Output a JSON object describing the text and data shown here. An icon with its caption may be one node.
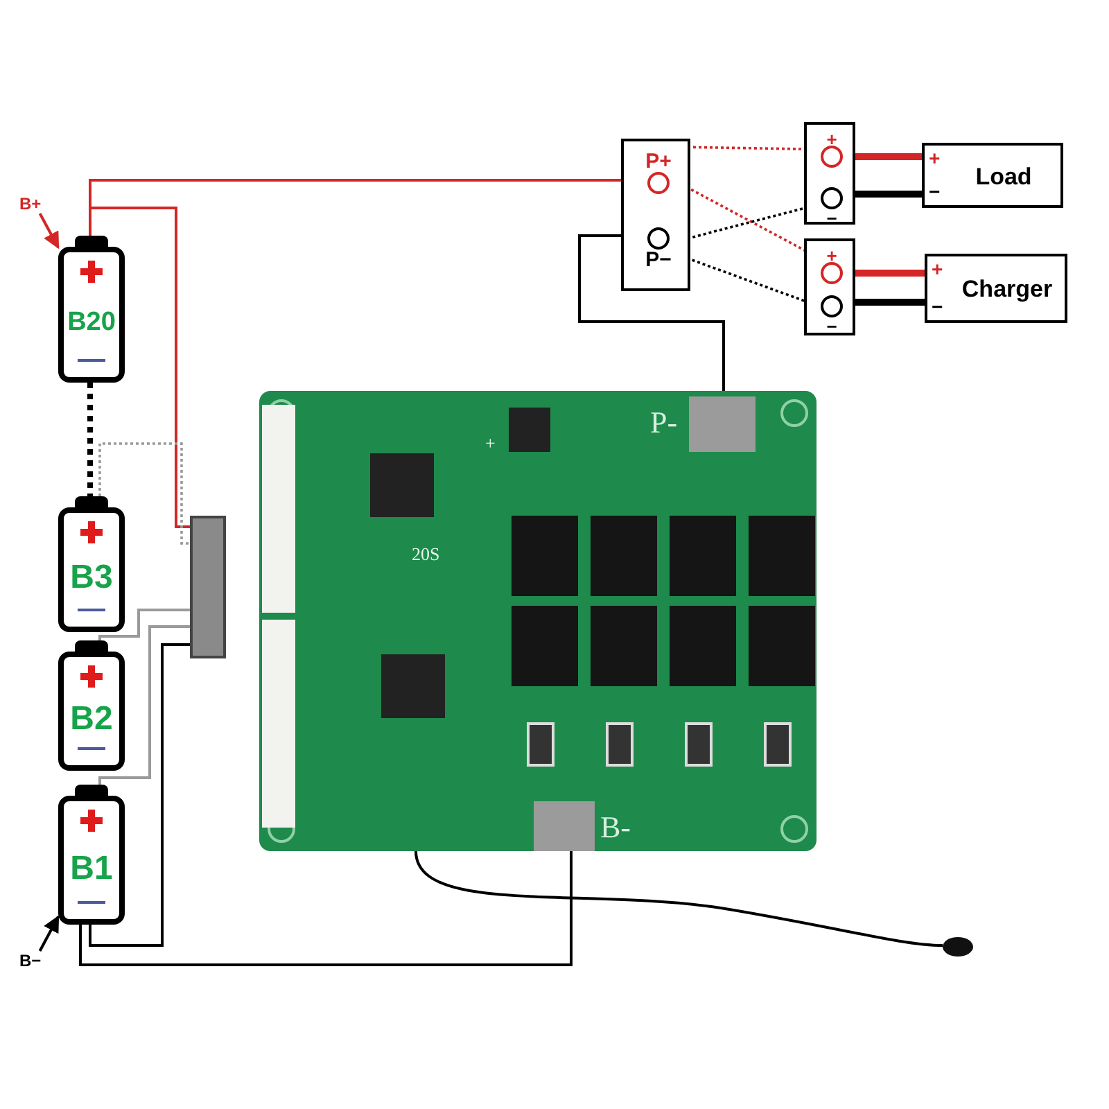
{
  "diagram": {
    "nodes": [
      {
        "text": [
          "B20"
        ]
      },
      {
        "text": [
          "B3"
        ]
      },
      {
        "text": [
          "B2"
        ]
      },
      {
        "text": [
          "B1"
        ]
      },
      {
        "text": [],
        "shape": "box"
      },
      {
        "text": [],
        "shape": "picture"
      },
      {
        "text": [
          "P-"
        ],
        "in": 5
      },
      {
        "text": [
          "B-"
        ],
        "in": 5
      },
      {
        "text": [],
        "shape": "circle"
      },
      {
        "text": [],
        "shape": "box"
      },
      {
        "text": [
          "P+"
        ],
        "in": 9
      },
      {
        "text": [
          "P−"
        ],
        "in": 9
      },
      {
        "text": [],
        "shape": "box"
      },
      {
        "text": [
          "+"
        ],
        "in": 12
      },
      {
        "text": [
          "−"
        ],
        "in": 12
      },
      {
        "text": [
          "+",
          "Load",
          "−"
        ]
      },
      {
        "text": [],
        "shape": "box"
      },
      {
        "text": [
          "+"
        ],
        "in": 16
      },
      {
        "text": [
          "−"
        ],
        "in": 16
      },
      {
        "text": [
          "+",
          "Charger",
          "−"
        ]
      },
      {
        "text": [
          "B+"
        ]
      },
      {
        "text": [
          "B−"
        ]
      }
    ],
    "edges": [
      {
        "from": 10,
        "to": 0,
        "arrow": "none",
        "color": "#d42626"
      },
      {
        "from": 0,
        "to": 4,
        "arrow": "none",
        "color": "#d42626"
      },
      {
        "from": 0,
        "to": 1,
        "arrow": "none",
        "style": "dashed"
      },
      {
        "from": 1,
        "to": 4,
        "arrow": "none",
        "style": "dashed",
        "color": "#9a9a9a"
      },
      {
        "from": 2,
        "to": 4,
        "arrow": "none",
        "color": "#9a9a9a"
      },
      {
        "from": 3,
        "to": 4,
        "arrow": "none",
        "color": "#9a9a9a"
      },
      {
        "from": 3,
        "to": 4,
        "arrow": "none"
      },
      {
        "from": 3,
        "to": 7,
        "arrow": "none"
      },
      {
        "from": 11,
        "to": 6,
        "arrow": "none"
      },
      {
        "from": 10,
        "to": 13,
        "arrow": "none",
        "style": "dashed",
        "color": "#d42626"
      },
      {
        "from": 10,
        "to": 17,
        "arrow": "none",
        "style": "dashed",
        "color": "#d42626"
      },
      {
        "from": 11,
        "to": 14,
        "arrow": "none",
        "style": "dashed"
      },
      {
        "from": 11,
        "to": 18,
        "arrow": "none",
        "style": "dashed"
      },
      {
        "from": 13,
        "to": 15,
        "arrow": "none",
        "style": "thick",
        "color": "#d42626"
      },
      {
        "from": 14,
        "to": 15,
        "arrow": "none",
        "style": "thick"
      },
      {
        "from": 17,
        "to": 19,
        "arrow": "none",
        "style": "thick",
        "color": "#d42626"
      },
      {
        "from": 18,
        "to": 19,
        "arrow": "none",
        "style": "thick"
      },
      {
        "from": 5,
        "to": 8,
        "arrow": "none"
      },
      {
        "from": 20,
        "to": 0,
        "arrow": "to",
        "color": "#d42626"
      },
      {
        "from": 21,
        "to": 3,
        "arrow": "to"
      }
    ],
    "labels": [
      "+",
      "20S"
    ]
  }
}
